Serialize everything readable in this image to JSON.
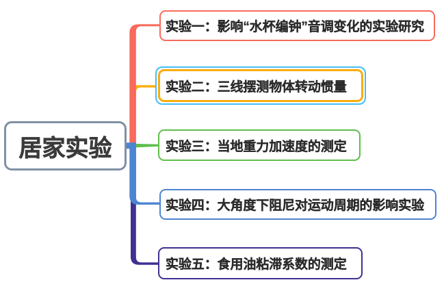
{
  "diagram": {
    "type": "mindmap",
    "background_color": "#ffffff",
    "text_color": "#2b2b2b"
  },
  "root": {
    "label": "居家实验",
    "border_color": "#8090A4",
    "fill_color": "#ffffff",
    "text_color": "#3b3b3b"
  },
  "topics": [
    {
      "label": "实验一：影响“水杯编钟”音调变化的实验研究",
      "color": "#F86A5B",
      "selected": false
    },
    {
      "label": "实验二：三线摆测物体转动惯量",
      "color": "#FBAC0C",
      "selected": true,
      "selection_color": "#45BFF5"
    },
    {
      "label": "实验三：当地重力加速度的测定",
      "color": "#5FBE4B",
      "selected": false
    },
    {
      "label": "实验四：大角度下阻尼对运动周期的影响实验",
      "color": "#4C84D2",
      "selected": false
    },
    {
      "label": "实验五：食用油粘滞系数的测定",
      "color": "#3F3092",
      "selected": false
    }
  ]
}
